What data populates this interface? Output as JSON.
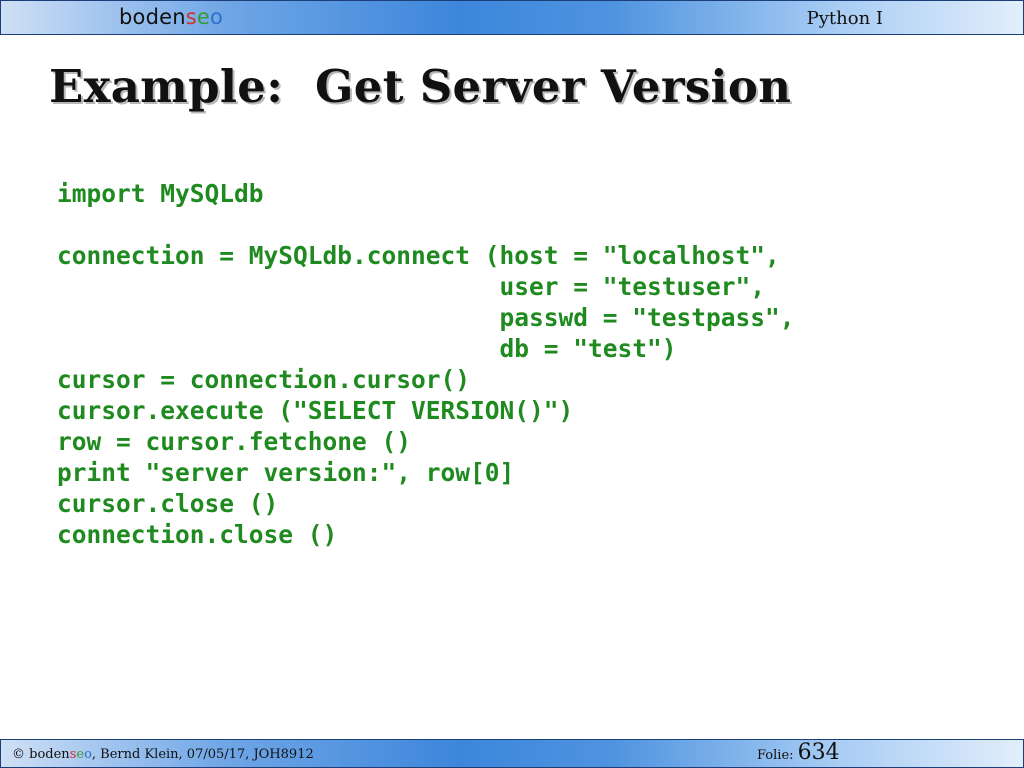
{
  "header": {
    "logo": {
      "prefix": "boden",
      "s": "s",
      "e": "e",
      "o": "o"
    },
    "course": "Python I"
  },
  "slide": {
    "title": "Example:  Get Server Version",
    "code_lines": [
      "import MySQLdb",
      "",
      "connection = MySQLdb.connect (host = \"localhost\",",
      "                              user = \"testuser\",",
      "                              passwd = \"testpass\",",
      "                              db = \"test\")",
      "cursor = connection.cursor()",
      "cursor.execute (\"SELECT VERSION()\")",
      "row = cursor.fetchone ()",
      "print \"server version:\", row[0]",
      "cursor.close ()",
      "connection.close ()"
    ]
  },
  "footer": {
    "copyright": "© ",
    "brand_prefix": "boden",
    "brand_s": "s",
    "brand_e": "e",
    "brand_o": "o",
    "author_info": ", Bernd Klein, 07/05/17, JOH8912",
    "folie_label": "Folie: ",
    "slide_number": "634"
  },
  "colors": {
    "code": "#1f8a1f",
    "title": "#111111",
    "logo_s": "#d0312d",
    "logo_e": "#3a9a3a",
    "logo_o": "#2f6fd0"
  }
}
